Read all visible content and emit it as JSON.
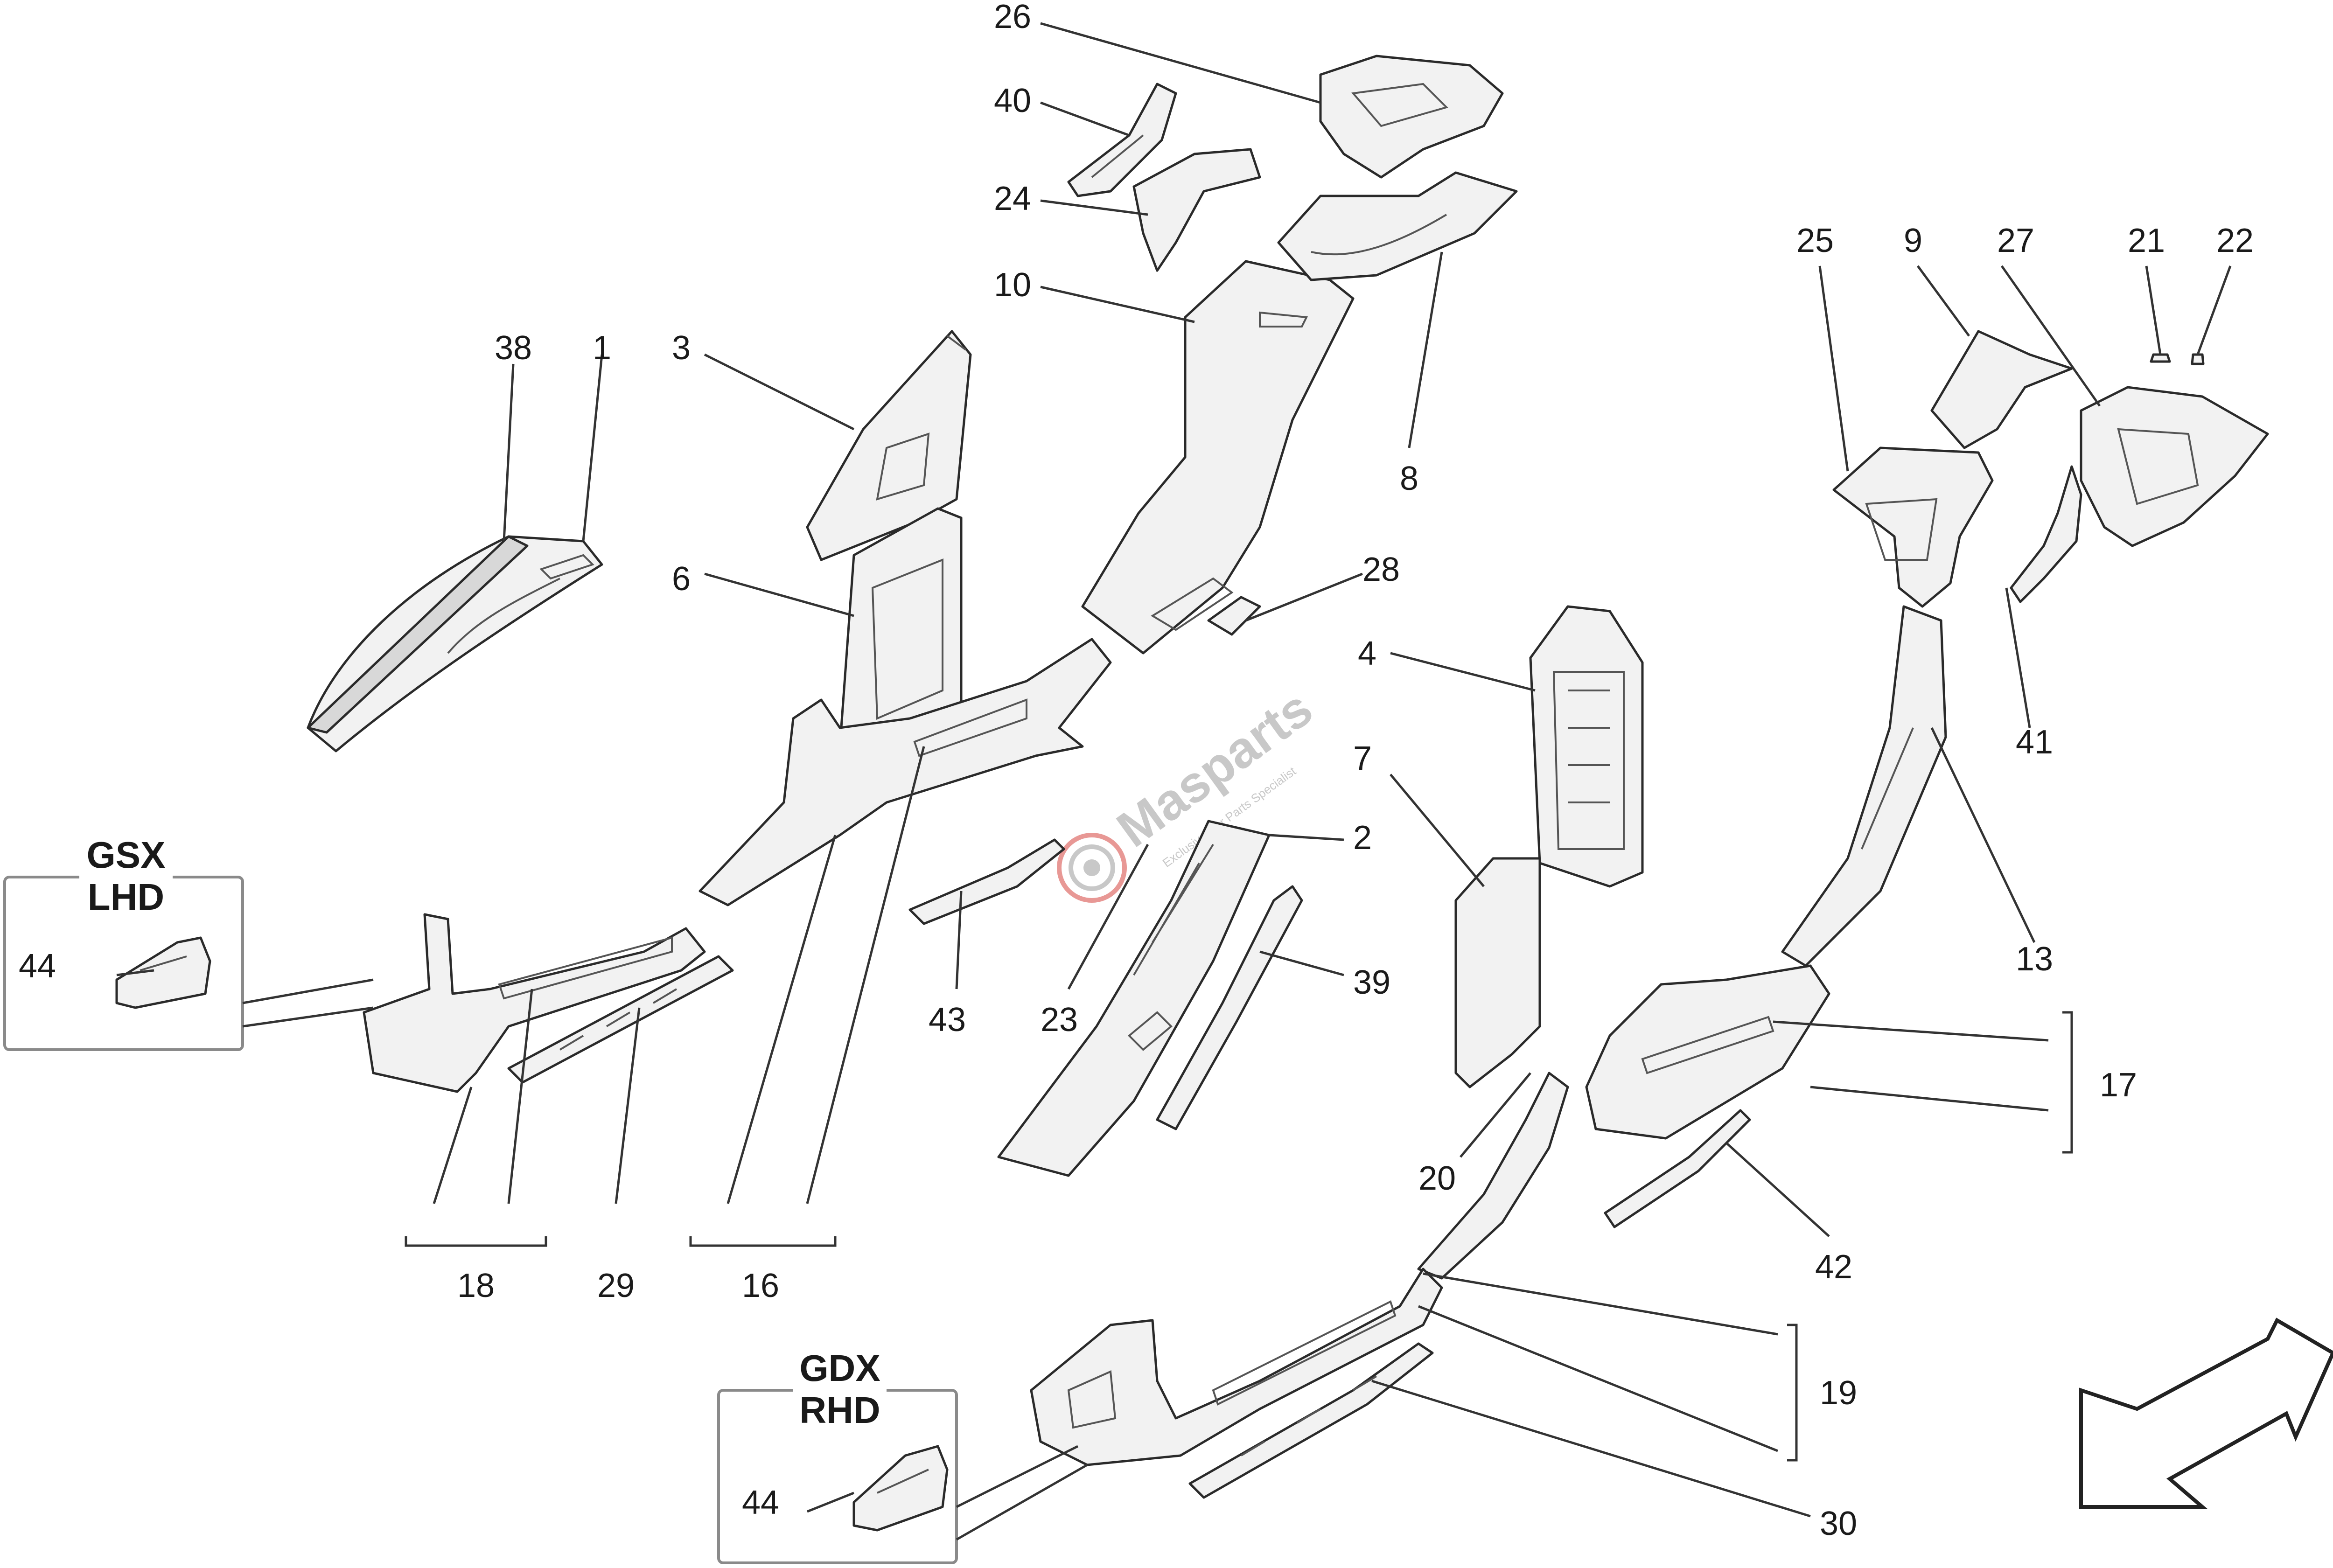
{
  "diagram": {
    "callouts": {
      "c1": "1",
      "c2": "2",
      "c3": "3",
      "c4": "4",
      "c6": "6",
      "c7": "7",
      "c8": "8",
      "c9": "9",
      "c10": "10",
      "c13": "13",
      "c16": "16",
      "c17": "17",
      "c18": "18",
      "c19": "19",
      "c20": "20",
      "c21": "21",
      "c22": "22",
      "c23": "23",
      "c24": "24",
      "c25": "25",
      "c26": "26",
      "c27": "27",
      "c28": "28",
      "c29": "29",
      "c30": "30",
      "c38": "38",
      "c39": "39",
      "c40": "40",
      "c41": "41",
      "c42": "42",
      "c43": "43",
      "c44_lhd": "44",
      "c44_rhd": "44"
    },
    "insets": {
      "lhd": {
        "line1": "GSX",
        "line2": "LHD"
      },
      "rhd": {
        "line1": "GDX",
        "line2": "RHD"
      }
    },
    "watermark": {
      "brand": "Masparts",
      "tagline": "Exclusive Car Parts Specialist"
    },
    "colors": {
      "line": "#2a2a2a",
      "part_fill": "#f2f2f2",
      "inset_border": "#8a8a8a",
      "watermark": "#c8c8c8",
      "watermark_accent": "#d9534f"
    }
  }
}
